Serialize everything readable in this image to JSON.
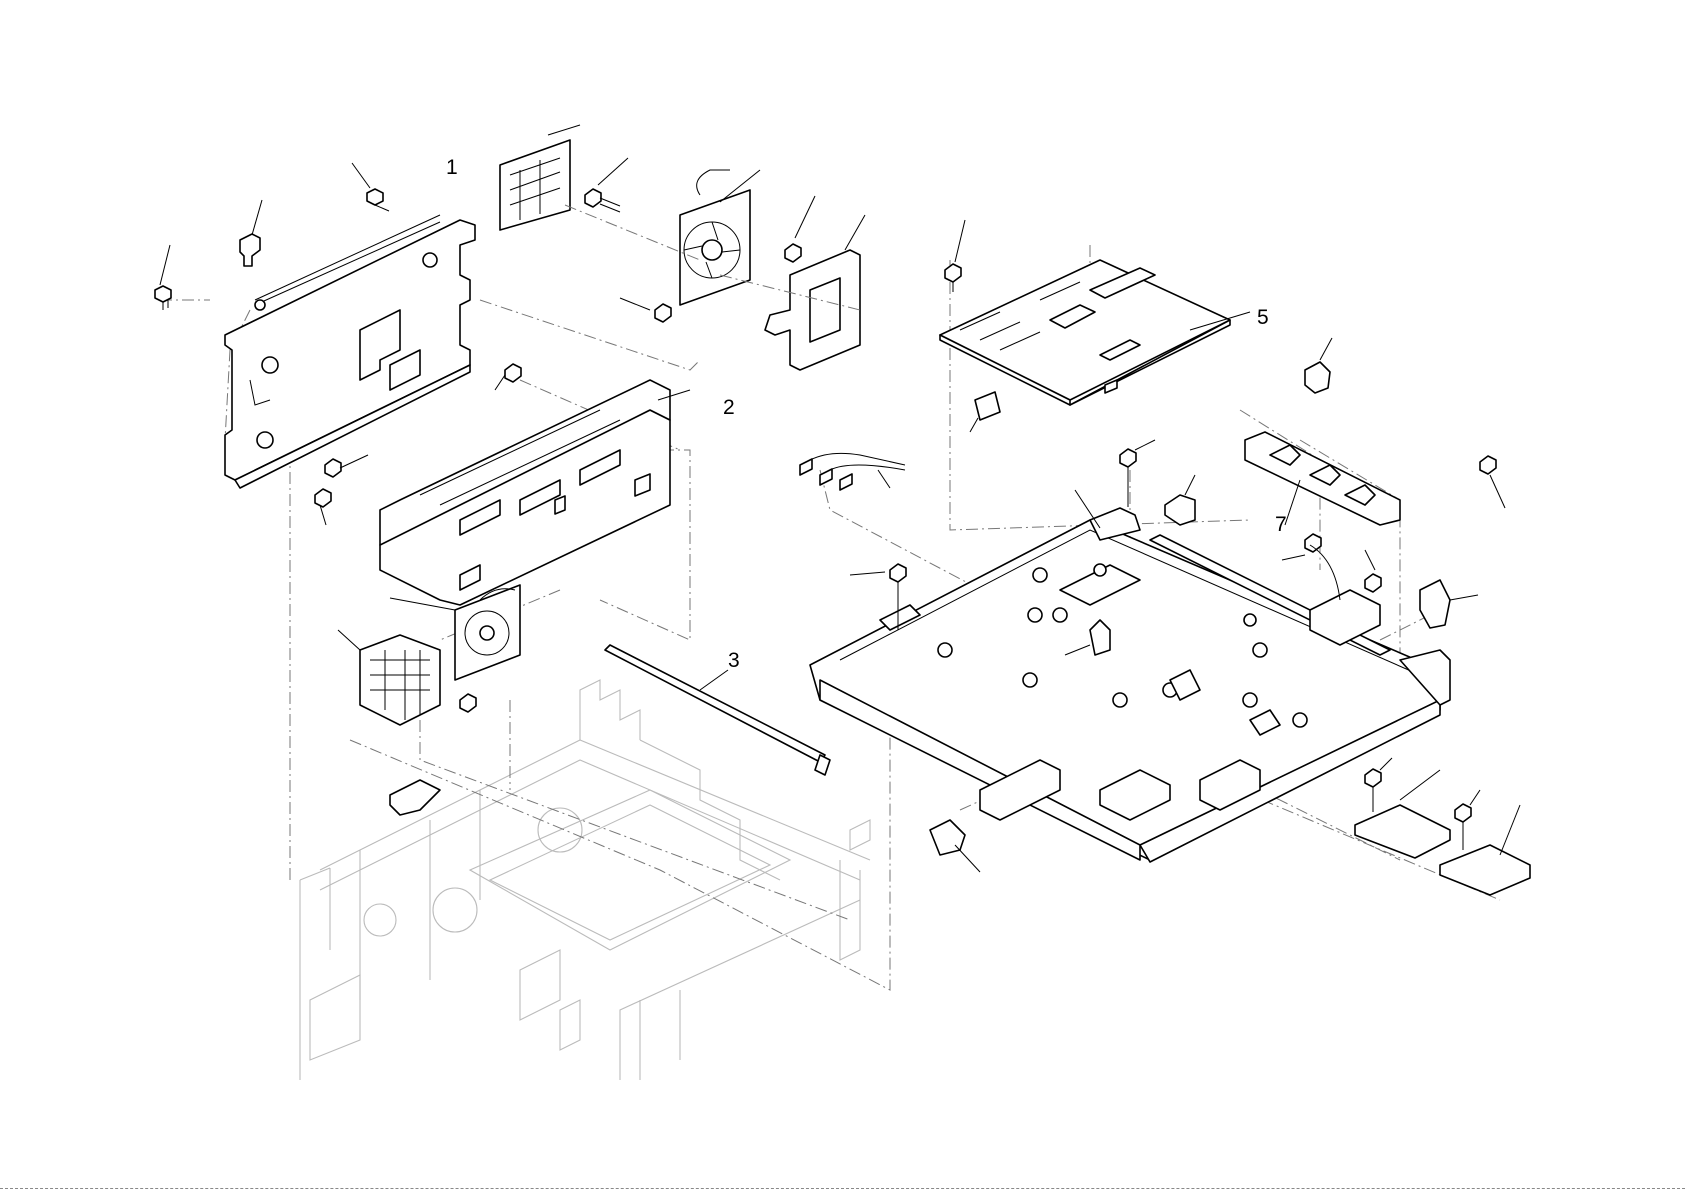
{
  "callouts": {
    "c1": "1",
    "c2": "2",
    "c3": "3",
    "c5": "5",
    "c7": "7"
  },
  "colors": {
    "line": "#000000",
    "ghost": "#bbbbbb",
    "leader": "#777777",
    "background": "#ffffff"
  }
}
